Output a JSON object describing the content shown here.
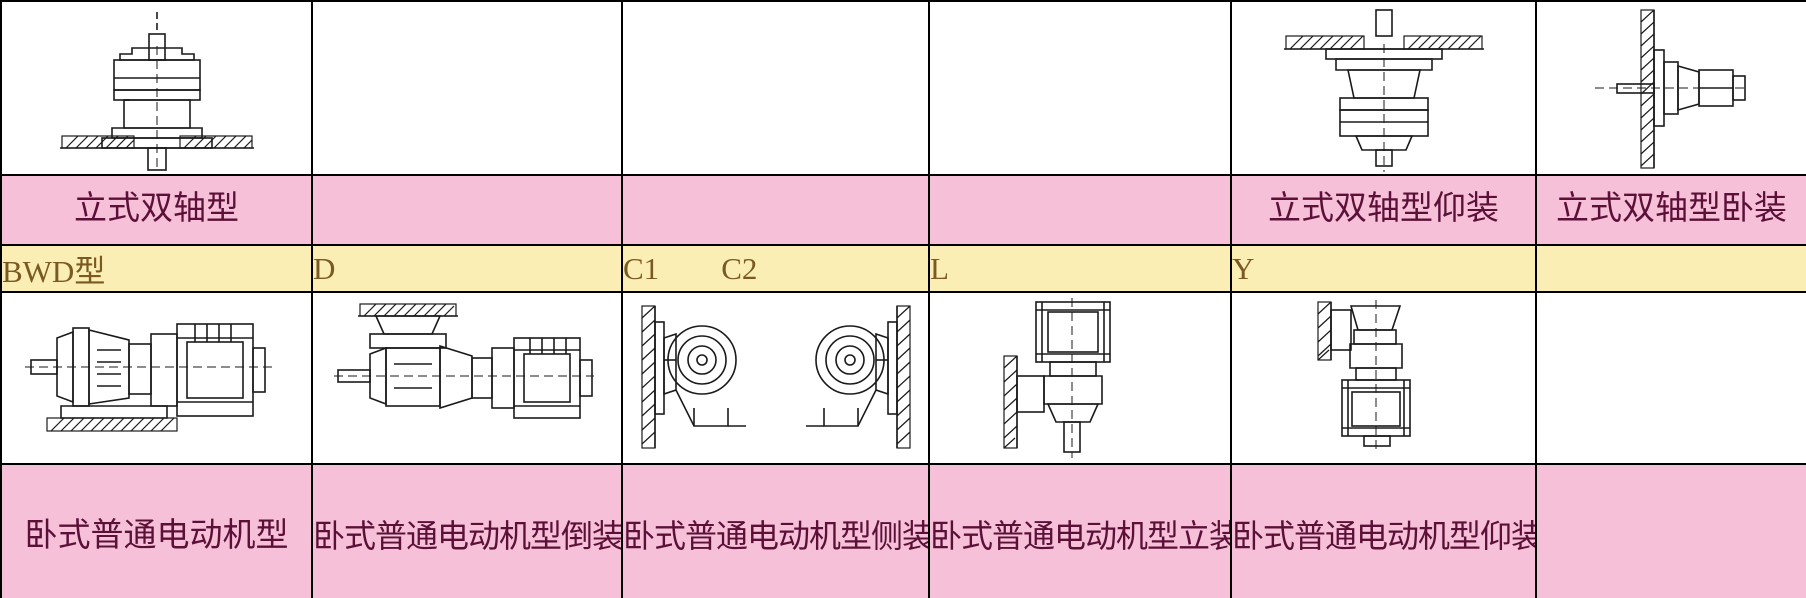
{
  "table": {
    "columns": 6,
    "colors": {
      "label_row_background": "#f5c0d8",
      "code_row_background": "#faeeb4",
      "image_row_background": "#ffffff",
      "border": "#000000",
      "label_text": "#5c1038",
      "code_text": "#7a5a22"
    },
    "rows": {
      "top_images": [
        {
          "figure": "vertical-double-shaft-gear-reducer-mounted-on-floor"
        },
        {
          "figure": "empty"
        },
        {
          "figure": "empty"
        },
        {
          "figure": "empty"
        },
        {
          "figure": "vertical-double-shaft-gear-reducer-ceiling-mounted"
        },
        {
          "figure": "vertical-double-shaft-gear-reducer-wall-mounted"
        }
      ],
      "top_labels": [
        "立式双轴型",
        "",
        "",
        "",
        "立式双轴型仰装",
        "立式双轴型卧装"
      ],
      "codes": [
        "BWD型",
        "D",
        "C1",
        "L",
        "Y",
        ""
      ],
      "code_extra": {
        "third_cell_second_code": "C2"
      },
      "bottom_images": [
        {
          "figure": "horizontal-motor-reducer-foot-mounted"
        },
        {
          "figure": "horizontal-motor-reducer-inverted"
        },
        {
          "figure": "horizontal-motor-reducer-side-mounted-pair"
        },
        {
          "figure": "horizontal-motor-reducer-vertical-mounted"
        },
        {
          "figure": "horizontal-motor-reducer-ceiling-mounted"
        },
        {
          "figure": "empty"
        }
      ],
      "bottom_labels": [
        "卧式普通电动机型",
        "卧式普通电动机型倒装",
        "卧式普通电动机型侧装",
        "卧式普通电动机型立装",
        "卧式普通电动机型仰装",
        ""
      ]
    }
  }
}
